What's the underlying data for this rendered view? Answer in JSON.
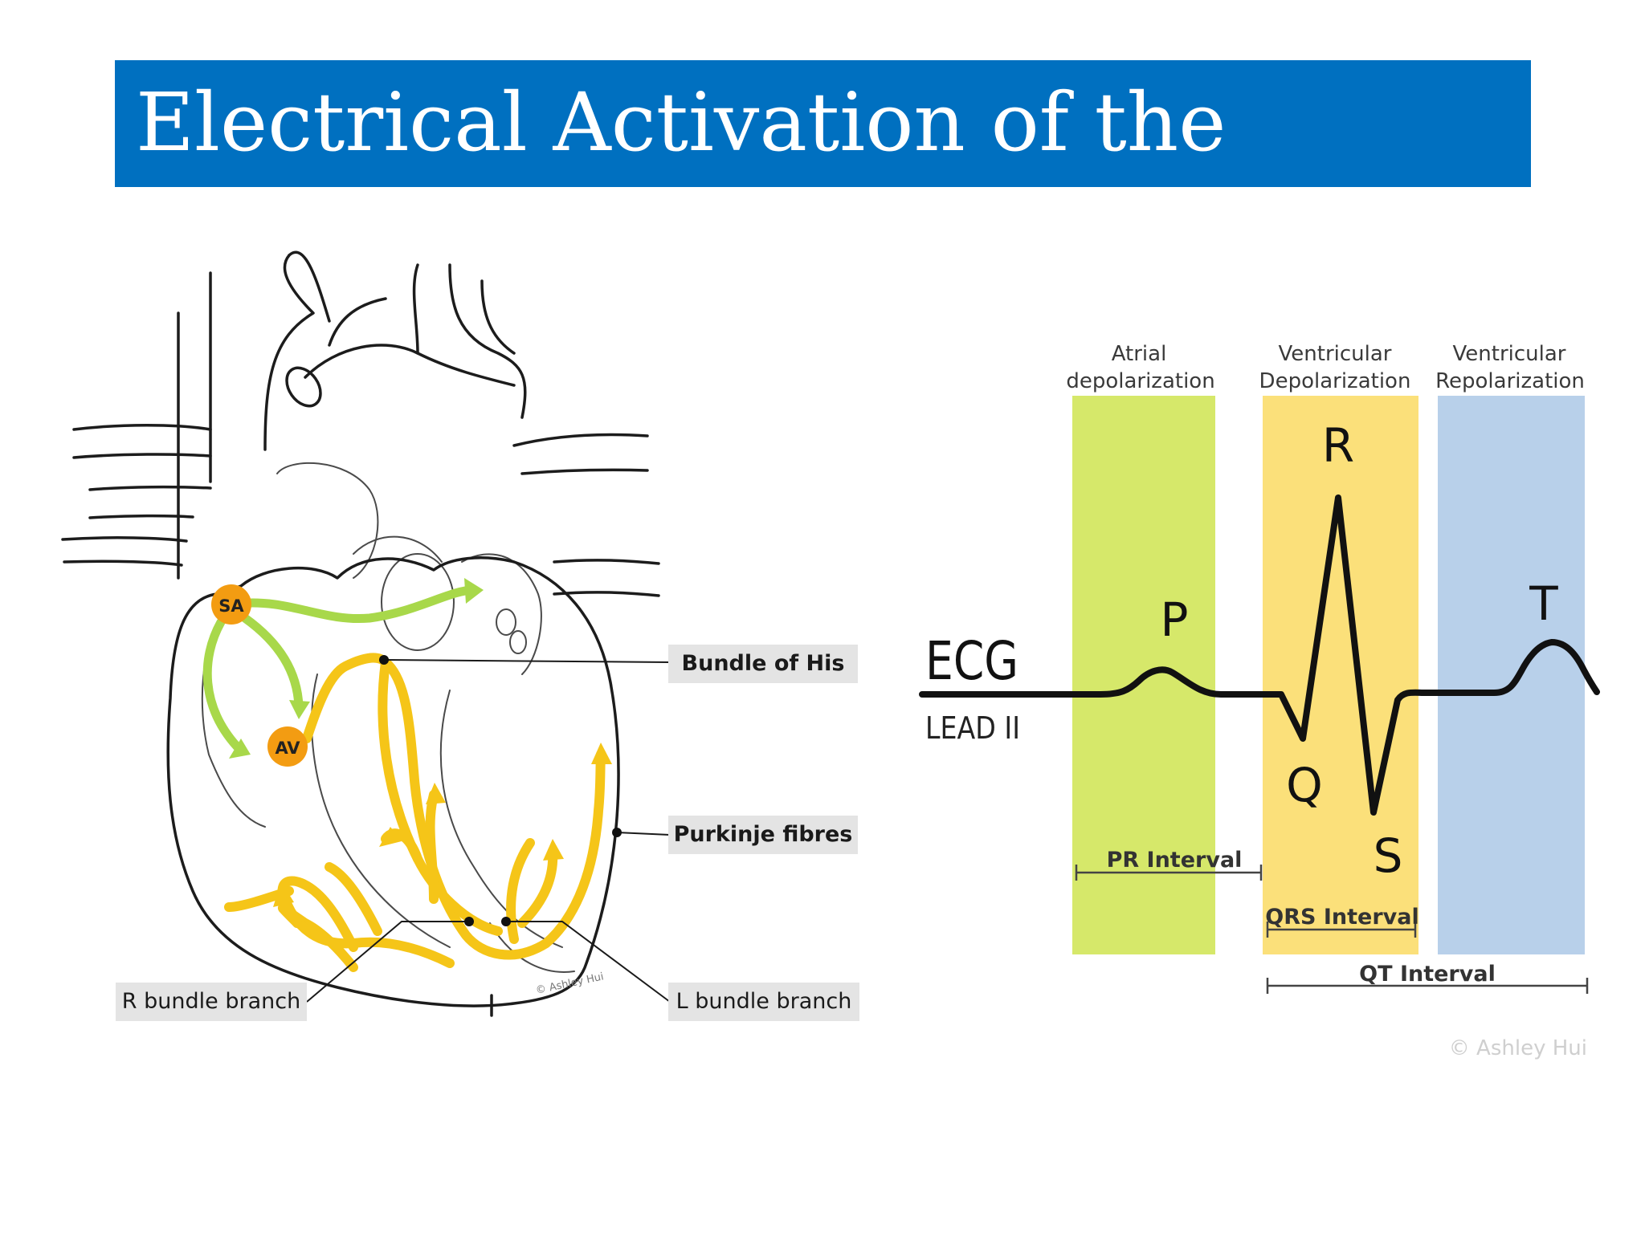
{
  "slide": {
    "title": "Electrical Activation of the",
    "accent_color": "#0070c0"
  },
  "heart": {
    "nodes": {
      "sa": "SA",
      "av": "AV"
    },
    "labels": {
      "bundle_of_his": "Bundle of His",
      "purkinje_fibres": "Purkinje fibres",
      "r_bundle_branch": "R bundle branch",
      "l_bundle_branch": "L bundle branch"
    },
    "credit": "© Ashley Hui",
    "colors": {
      "conduction": "#f5c518",
      "atrial": "#a8d84a",
      "node": "#f39c12"
    }
  },
  "ecg": {
    "title": "ECG",
    "lead": "LEAD II",
    "bands": [
      {
        "line1": "Atrial",
        "line2": "depolarization",
        "color": "#d6e86a"
      },
      {
        "line1": "Ventricular",
        "line2": "Depolarization",
        "color": "#fbe07a"
      },
      {
        "line1": "Ventricular",
        "line2": "Repolarization",
        "color": "#b8d0ea"
      }
    ],
    "waves": {
      "p": "P",
      "q": "Q",
      "r": "R",
      "s": "S",
      "t": "T"
    },
    "intervals": {
      "pr": "PR Interval",
      "qrs": "QRS Interval",
      "qt": "QT Interval"
    },
    "credit": "© Ashley Hui"
  }
}
